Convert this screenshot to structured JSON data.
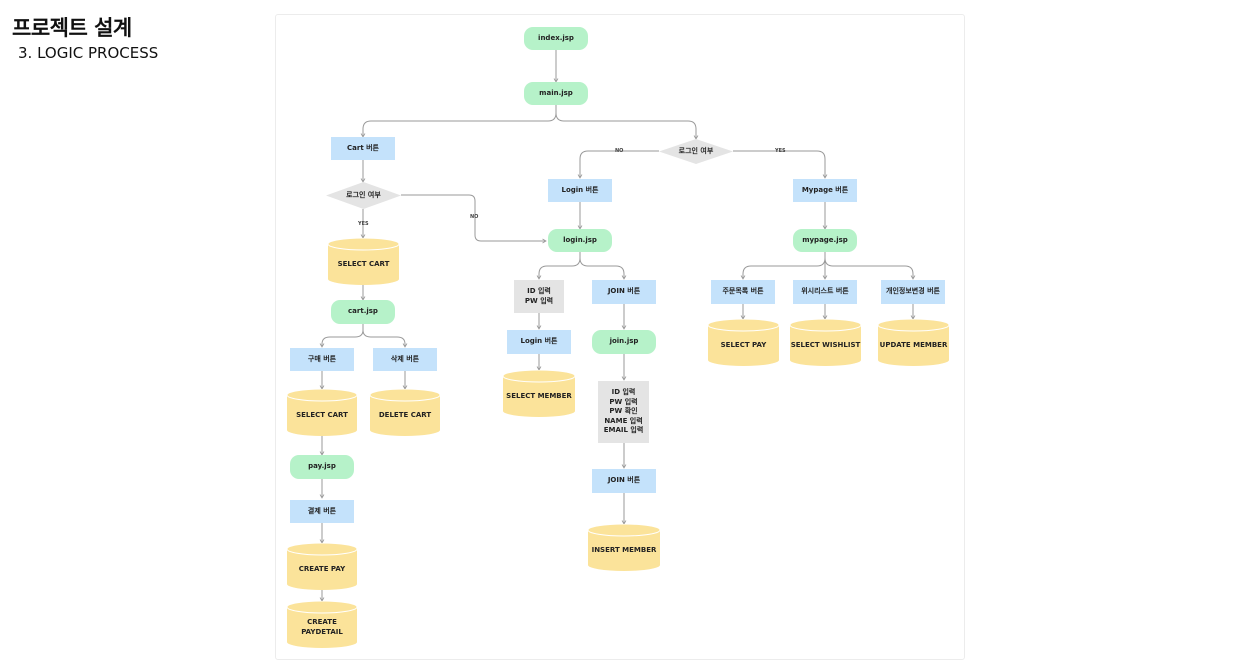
{
  "header": {
    "title": "프로젝트 설계",
    "subtitle": "3.  LOGIC PROCESS"
  },
  "nodes": {
    "index": {
      "label": "index.jsp"
    },
    "main": {
      "label": "main.jsp"
    },
    "login_check": {
      "label": "로그인 여부"
    },
    "cart_btn": {
      "label": "Cart 버튼"
    },
    "cart_login": {
      "label": "로그인 여부"
    },
    "select_cart_1": {
      "label": "SELECT CART"
    },
    "cart_jsp": {
      "label": "cart.jsp"
    },
    "buy_btn": {
      "label": "구매 버튼"
    },
    "delete_btn": {
      "label": "삭제 버튼"
    },
    "select_cart_2": {
      "label": "SELECT CART"
    },
    "delete_cart": {
      "label": "DELETE CART"
    },
    "pay_jsp": {
      "label": "pay.jsp"
    },
    "payment_btn": {
      "label": "결제 버튼"
    },
    "create_pay": {
      "label": "CREATE PAY"
    },
    "create_paydetail": {
      "label": "CREATE\nPAYDETAIL"
    },
    "login_btn": {
      "label": "Login 버튼"
    },
    "login_jsp": {
      "label": "login.jsp"
    },
    "id_pw_input": {
      "label": "ID 입력\nPW 입력"
    },
    "login_btn_2": {
      "label": "Login 버튼"
    },
    "select_member": {
      "label": "SELECT MEMBER"
    },
    "join_btn": {
      "label": "JOIN 버튼"
    },
    "join_jsp": {
      "label": "join.jsp"
    },
    "join_inputs": {
      "label": "ID 입력\nPW 입력\nPW 확인\nNAME 입력\nEMAIL 입력"
    },
    "join_btn_2": {
      "label": "JOIN 버튼"
    },
    "insert_member": {
      "label": "INSERT MEMBER"
    },
    "mypage_btn": {
      "label": "Mypage 버튼"
    },
    "mypage_jsp": {
      "label": "mypage.jsp"
    },
    "order_btn": {
      "label": "주문목록 버튼"
    },
    "wish_btn": {
      "label": "위시리스트 버튼"
    },
    "info_btn": {
      "label": "개인정보변경 버튼"
    },
    "select_pay": {
      "label": "SELECT PAY"
    },
    "select_wishlist": {
      "label": "SELECT WISHLIST"
    },
    "update_member": {
      "label": "UPDATE MEMBER"
    }
  },
  "edge_labels": {
    "no_1": "NO",
    "yes_1": "YES",
    "yes_2": "YES",
    "no_2": "NO"
  },
  "colors": {
    "page": "#b6f2c9",
    "button": "#c4e2fb",
    "input": "#e4e4e4",
    "database": "#fbe39a",
    "decision": "#e4e4e4",
    "edge": "#9a9a9a"
  }
}
